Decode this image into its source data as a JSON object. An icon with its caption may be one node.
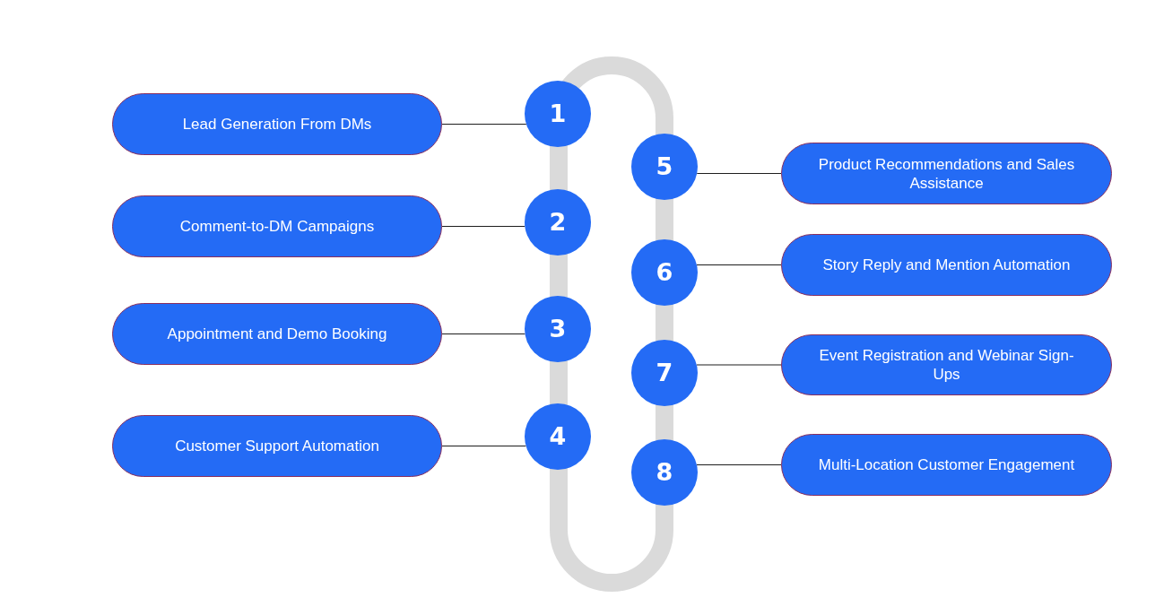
{
  "diagram": {
    "nodes": [
      {
        "text": [
          "Lead Generation From DMs"
        ]
      },
      {
        "text": [
          "1"
        ]
      },
      {
        "text": [
          "Comment-to-DM Campaigns"
        ]
      },
      {
        "text": [
          "2"
        ]
      },
      {
        "text": [
          "Appointment and Demo Booking"
        ]
      },
      {
        "text": [
          "3"
        ]
      },
      {
        "text": [
          "Customer Support Automation"
        ]
      },
      {
        "text": [
          "4"
        ]
      },
      {
        "text": [
          "5"
        ]
      },
      {
        "text": [
          "Product Recommendations and Sales Assistance"
        ]
      },
      {
        "text": [
          "6"
        ]
      },
      {
        "text": [
          "Story Reply and Mention Automation"
        ]
      },
      {
        "text": [
          "7"
        ]
      },
      {
        "text": [
          "Event Registration and Webinar Sign-Ups"
        ]
      },
      {
        "text": [
          "8"
        ]
      },
      {
        "text": [
          "Multi-Location Customer Engagement"
        ]
      }
    ],
    "edges": [
      {
        "from": 1,
        "to": 0,
        "arrow": "none"
      },
      {
        "from": 3,
        "to": 2,
        "arrow": "none"
      },
      {
        "from": 5,
        "to": 4,
        "arrow": "none"
      },
      {
        "from": 7,
        "to": 6,
        "arrow": "none"
      },
      {
        "from": 8,
        "to": 9,
        "arrow": "none"
      },
      {
        "from": 10,
        "to": 11,
        "arrow": "none"
      },
      {
        "from": 12,
        "to": 13,
        "arrow": "none"
      },
      {
        "from": 14,
        "to": 15,
        "arrow": "none"
      }
    ]
  }
}
